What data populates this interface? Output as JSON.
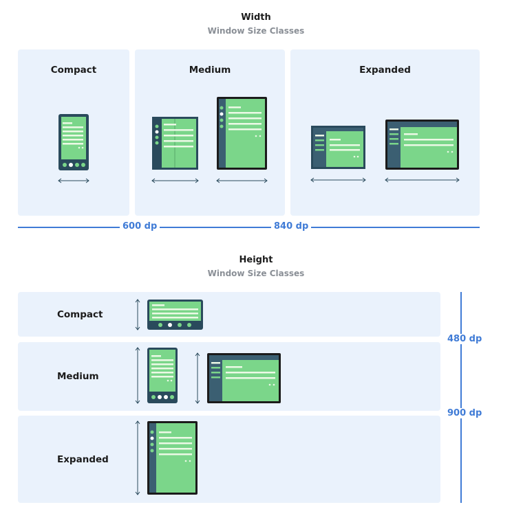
{
  "width_section": {
    "title": "Width",
    "subtitle": "Window Size Classes",
    "classes": [
      {
        "label": "Compact"
      },
      {
        "label": "Medium"
      },
      {
        "label": "Expanded"
      }
    ],
    "breakpoints": [
      "600 dp",
      "840 dp"
    ]
  },
  "height_section": {
    "title": "Height",
    "subtitle": "Window Size Classes",
    "classes": [
      {
        "label": "Compact"
      },
      {
        "label": "Medium"
      },
      {
        "label": "Expanded"
      }
    ],
    "breakpoints": [
      "480 dp",
      "900 dp"
    ]
  },
  "colors": {
    "panel": "#eaf2fc",
    "accent": "#3f7bd6",
    "device_frame": "#2a4a5c",
    "screen": "#7bd68a",
    "content_line": "#ecf9e6",
    "rail": "#3b5f72"
  }
}
